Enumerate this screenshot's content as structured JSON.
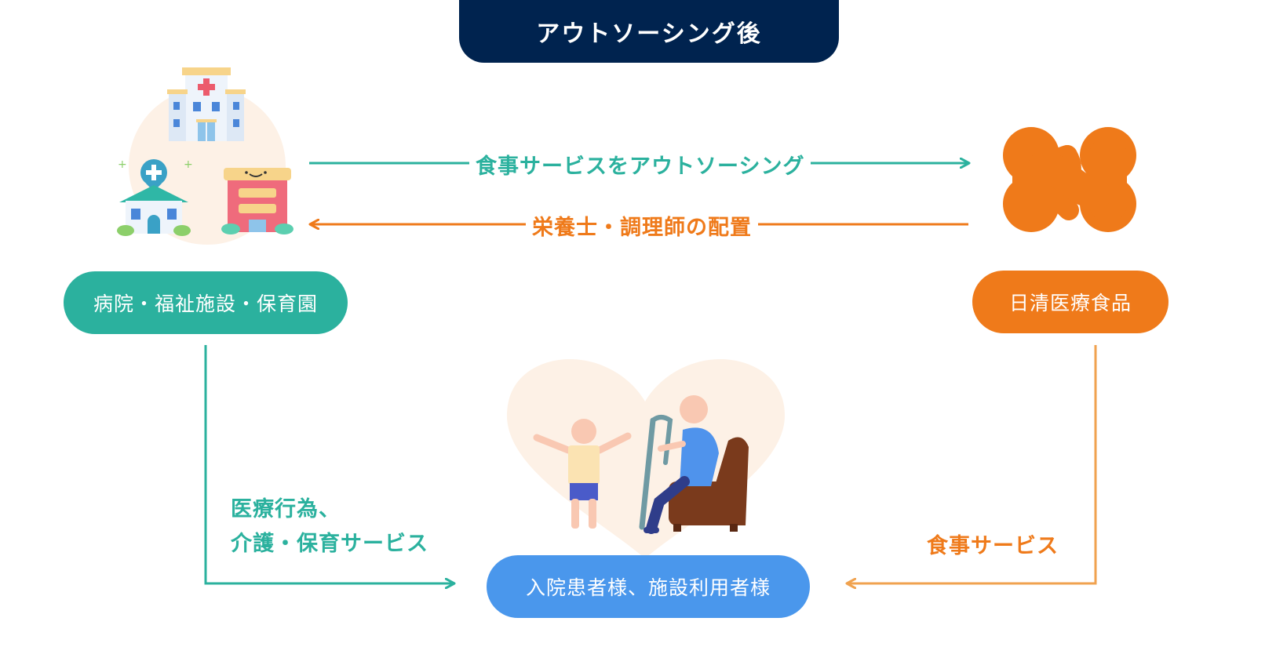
{
  "header": {
    "title": "アウトソーシング後"
  },
  "nodes": {
    "hospital_label": "病院・福祉施設・保育園",
    "nisshin_label": "日清医療食品",
    "patients_label": "入院患者様、施設利用者様"
  },
  "flows": {
    "outsource": "食事サービスをアウトソーシング",
    "placement": "栄養士・調理師の配置",
    "care_line1": "医療行為、",
    "care_line2": "介護・保育サービス",
    "meal": "食事サービス"
  },
  "colors": {
    "navy": "#00234f",
    "teal": "#2bb19e",
    "orange": "#ef7a1a",
    "light_orange": "#f0a24f",
    "blue": "#4a97ec",
    "peach": "#fdf1e6"
  },
  "icons": {
    "hospital": "hospital-building-icon",
    "clinic": "clinic-house-icon",
    "nursery": "nursery-building-icon",
    "logo": "nisshin-logo-icon",
    "people": "patient-and-child-icon"
  }
}
